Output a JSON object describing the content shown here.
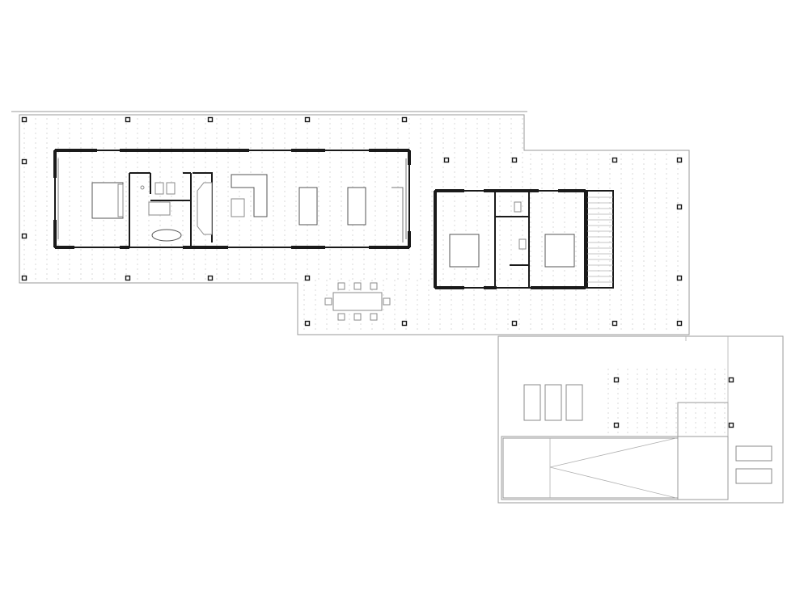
{
  "drawing": {
    "kind": "architectural floor plan",
    "line_color": "#1a1a1a",
    "background": "#ffffff"
  },
  "zones": {
    "main_house": {
      "rooms": [
        "bedroom",
        "bathroom",
        "kitchen",
        "living",
        "dining"
      ]
    },
    "guest_house": {
      "rooms": [
        "bedroom",
        "bathroom",
        "bedroom",
        "stair"
      ]
    },
    "terrace": {
      "items": [
        "outdoor-dining-table"
      ]
    },
    "pool_area": {
      "items": [
        "sun-lounger",
        "sun-lounger",
        "sun-lounger",
        "pool",
        "outdoor-bench"
      ]
    }
  }
}
